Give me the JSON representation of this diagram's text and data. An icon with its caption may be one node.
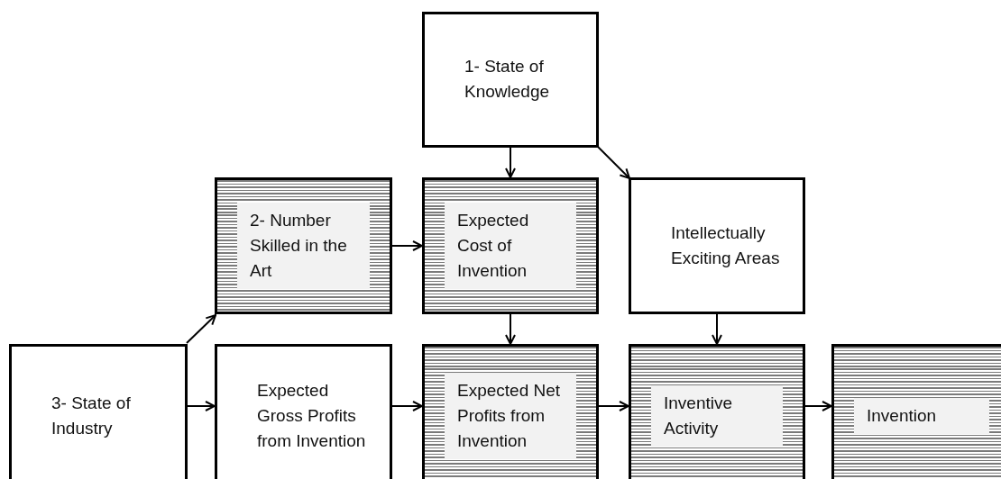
{
  "diagram": {
    "nodes": [
      {
        "text": [
          "1- State of Knowledge"
        ]
      },
      {
        "text": [
          "2- Number Skilled in the Art"
        ]
      },
      {
        "text": [
          "Expected Cost of Invention"
        ]
      },
      {
        "text": [
          "Intellectually Exciting Areas"
        ]
      },
      {
        "text": [
          "3- State of Industry"
        ]
      },
      {
        "text": [
          "Expected Gross Profits from Invention"
        ]
      },
      {
        "text": [
          "Expected Net Profits from Invention"
        ]
      },
      {
        "text": [
          "Inventive Activity"
        ]
      },
      {
        "text": [
          "Invention"
        ]
      }
    ],
    "edges": [
      {
        "from": 0,
        "to": 2,
        "arrow": "to"
      },
      {
        "from": 0,
        "to": 3,
        "arrow": "to"
      },
      {
        "from": 1,
        "to": 2,
        "arrow": "to"
      },
      {
        "from": 2,
        "to": 6,
        "arrow": "to"
      },
      {
        "from": 3,
        "to": 7,
        "arrow": "to"
      },
      {
        "from": 4,
        "to": 1,
        "arrow": "to"
      },
      {
        "from": 4,
        "to": 5,
        "arrow": "to"
      },
      {
        "from": 5,
        "to": 6,
        "arrow": "to"
      },
      {
        "from": 6,
        "to": 7,
        "arrow": "to"
      },
      {
        "from": 7,
        "to": 8,
        "arrow": "to"
      }
    ]
  }
}
